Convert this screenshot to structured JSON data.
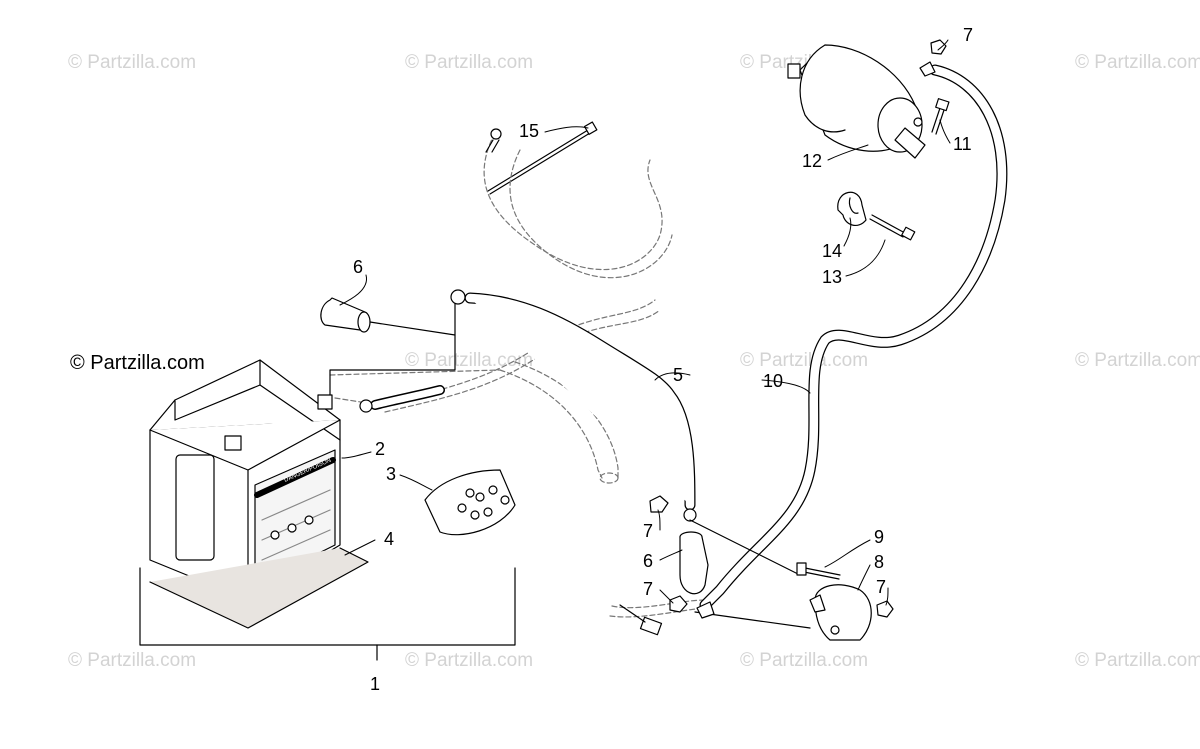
{
  "watermark": {
    "text": "© Partzilla.com",
    "main_text": "© Partzilla.com"
  },
  "callouts": {
    "c1": "1",
    "c2": "2",
    "c3": "3",
    "c4": "4",
    "c5": "5",
    "c6a": "6",
    "c6b": "6",
    "c7a": "7",
    "c7b": "7",
    "c7c": "7",
    "c7d": "7",
    "c8": "8",
    "c9": "9",
    "c10": "10",
    "c11": "11",
    "c12": "12",
    "c13": "13",
    "c14": "14",
    "c15": "15"
  },
  "battery_label": {
    "header": "DANGER/POISON"
  }
}
